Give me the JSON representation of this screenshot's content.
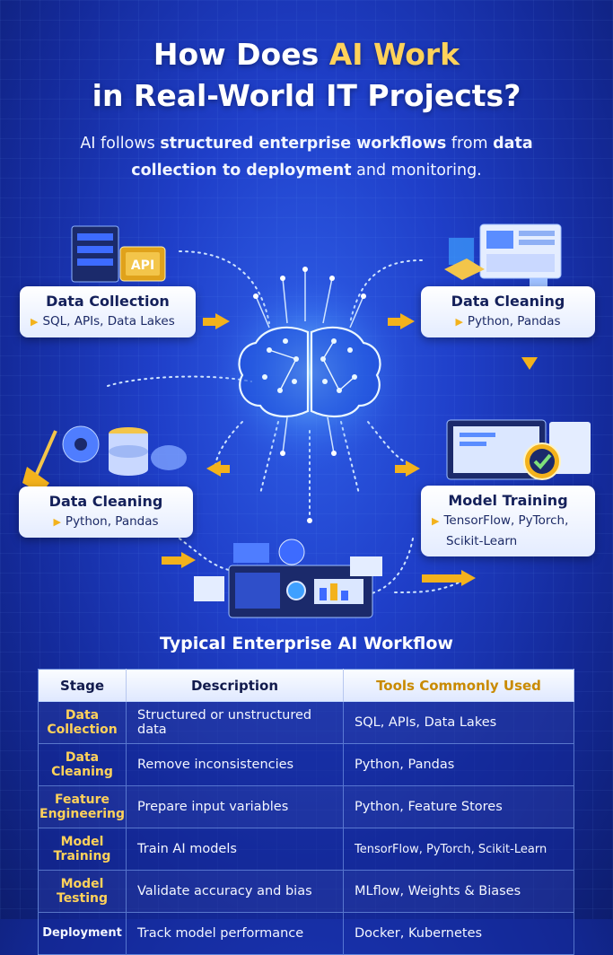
{
  "title": {
    "line1_pre": "How Does ",
    "line1_accent": "AI Work",
    "line2": "in Real-World IT Projects?"
  },
  "subtitle": {
    "p1": "AI follows ",
    "b1": "structured enterprise workflows",
    "p2": " from ",
    "b2": "data collection to deployment",
    "p3": " and monitoring."
  },
  "illustrations": {
    "api_label": "API",
    "brain": "brain-icon"
  },
  "cards": [
    {
      "title": "Data Collection",
      "tools": "SQL, APIs, Data Lakes"
    },
    {
      "title": "Data Cleaning",
      "tools": "Python, Pandas"
    },
    {
      "title": "Data Cleaning",
      "tools": "Python, Pandas"
    },
    {
      "title": "Model Training",
      "tools": "TensorFlow, PyTorch,",
      "tools2": "Scikit-Learn"
    }
  ],
  "colors": {
    "accent": "#ffd25a",
    "arrow": "#f3b21c",
    "background": "#1f3fc9"
  },
  "table": {
    "section_title": "Typical Enterprise AI Workflow",
    "headers": [
      "Stage",
      "Description",
      "Tools Commonly Used"
    ],
    "rows": [
      {
        "stage": "Data Collection",
        "description": "Structured or unstructured data",
        "tools": "SQL, APIs, Data Lakes"
      },
      {
        "stage": "Data Cleaning",
        "description": "Remove inconsistencies",
        "tools": "Python, Pandas"
      },
      {
        "stage": "Feature Engineering",
        "description": "Prepare input variables",
        "tools": "Python, Feature Stores"
      },
      {
        "stage": "Model Training",
        "description": "Train AI models",
        "tools": "TensorFlow, PyTorch, Scikit-Learn"
      },
      {
        "stage": "Model Testing",
        "description": "Validate accuracy and bias",
        "tools": "MLflow, Weights & Biases"
      },
      {
        "stage": "Deployment",
        "description": "Track model performance",
        "tools": "Docker, Kubernetes"
      }
    ]
  }
}
